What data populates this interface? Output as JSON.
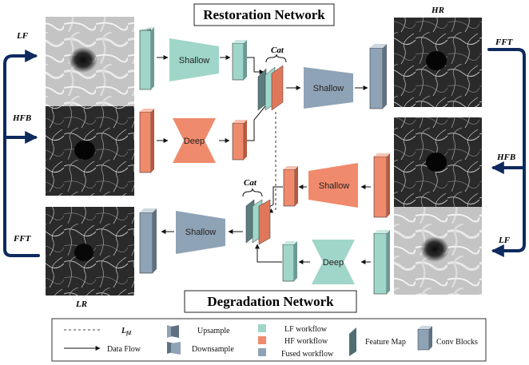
{
  "titles": {
    "restoration": "Restoration Network",
    "degradation": "Degradation Network"
  },
  "image_labels": {
    "hr": "HR",
    "lr": "LR",
    "lf_left": "LF",
    "hfb_left": "HFB",
    "fft_left": "FFT",
    "fft_right": "FFT",
    "hfb_right": "HFB",
    "lf_right": "LF"
  },
  "blocks": {
    "r_shallow_lf": "Shallow",
    "r_deep_hf": "Deep",
    "r_shallow_fused": "Shallow",
    "d_shallow_hf": "Shallow",
    "d_deep_lf": "Deep",
    "d_shallow_fused": "Shallow"
  },
  "cat_labels": {
    "restoration": "Cat",
    "degradation": "Cat"
  },
  "legend": {
    "lfd": "L",
    "lfd_sub": "fd",
    "data_flow": "Data Flow",
    "upsample": "Upsample",
    "downsample": "Downsample",
    "lf_workflow": "LF workflow",
    "hf_workflow": "HF workflow",
    "fused_workflow": "Fused workflow",
    "feature_map": "Feature Map",
    "conv_blocks": "Conv Blocks"
  },
  "colors": {
    "lf": "#9fd6c9",
    "hf": "#f08a6c",
    "fused": "#8fa3b6",
    "feature_map": "#5b7d80",
    "arrow_loop": "#0e2a5e"
  }
}
